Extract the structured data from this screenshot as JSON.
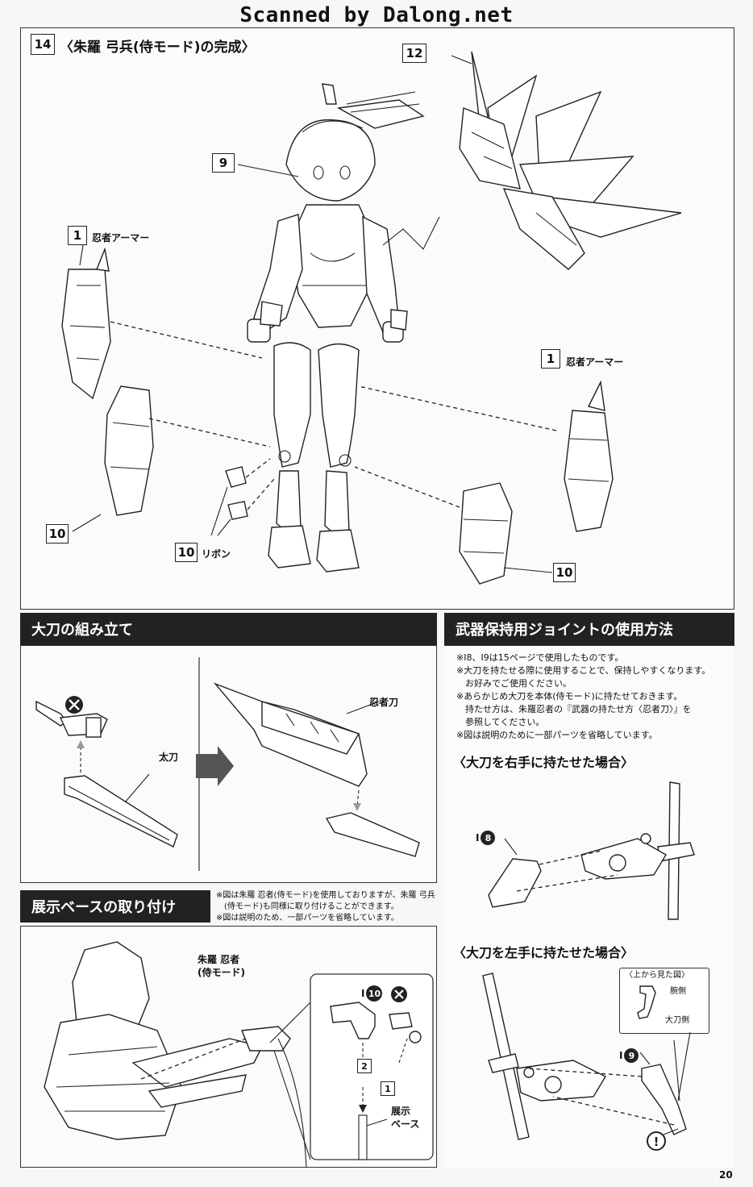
{
  "watermark": "Scanned by Dalong.net",
  "step": {
    "number": "14",
    "title": "〈朱羅 弓兵(侍モード)の完成〉"
  },
  "parts": {
    "p9": "9",
    "p12": "12",
    "p1_left": "1",
    "p1_left_label": "忍者アーマー",
    "p1_right": "1",
    "p1_right_label": "忍者アーマー",
    "p10_left": "10",
    "p10_ribbon": "10",
    "p10_ribbon_label": "リボン",
    "p10_right": "10"
  },
  "sword_assembly": {
    "title": "大刀の組み立て",
    "label_tachi": "太刀",
    "label_ninjato": "忍者刀"
  },
  "weapon_joint": {
    "title": "武器保持用ジョイントの使用方法",
    "notes": [
      "※I8、I9は15ページで使用したものです。",
      "※大刀を持たせる際に使用することで、保持しやすくなります。",
      "　お好みでご使用ください。",
      "※あらかじめ大刀を本体(侍モード)に持たせておきます。",
      "　持たせ方は、朱羅忍者の『武器の持たせ方〈忍者刀〉』を",
      "　参照してください。",
      "※図は説明のために一部パーツを省略しています。"
    ],
    "right_hand_title": "〈大刀を右手に持たせた場合〉",
    "right_part": "8",
    "right_part_prefix": "I",
    "left_hand_title": "〈大刀を左手に持たせた場合〉",
    "left_part": "9",
    "left_part_prefix": "I",
    "top_view_title": "〈上から見た図〉",
    "top_view_arm": "腕側",
    "top_view_sword": "大刀側"
  },
  "display_base": {
    "title": "展示ベースの取り付け",
    "notes": [
      "※図は朱羅 忍者(侍モード)を使用しておりますが、朱羅 弓兵",
      "　(侍モード)も同様に取り付けることができます。",
      "※図は説明のため、一部パーツを省略しています。"
    ],
    "figure_label_1": "朱羅 忍者",
    "figure_label_2": "(侍モード)",
    "part_prefix": "I",
    "part": "10",
    "step1": "1",
    "step2": "2",
    "base_label_1": "展示",
    "base_label_2": "ベース"
  },
  "page_number": "20"
}
